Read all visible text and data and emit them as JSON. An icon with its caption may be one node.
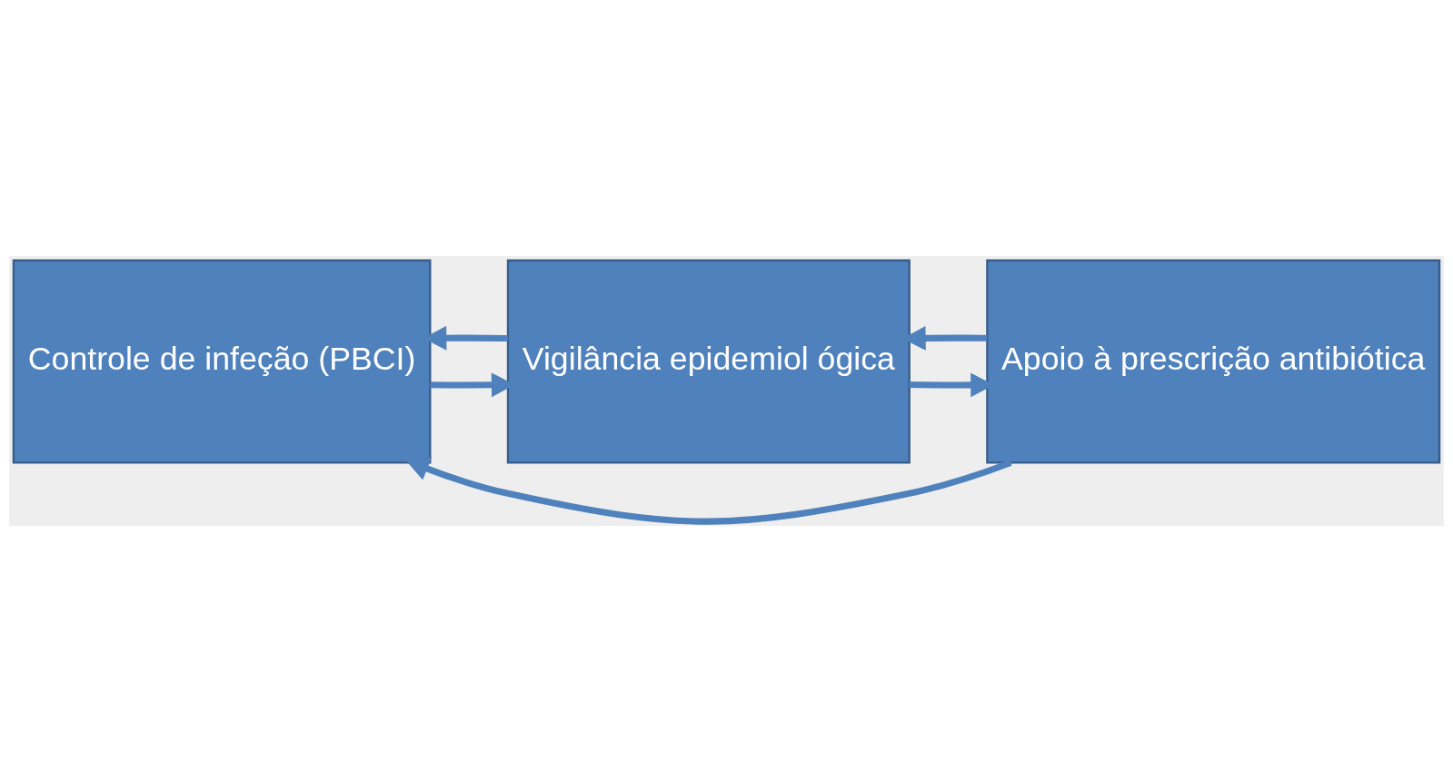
{
  "diagram": {
    "nodes": [
      {
        "text": [
          "Controle de infeção (PBCI)"
        ]
      },
      {
        "text": [
          "Vigilância epidemiol ógica"
        ]
      },
      {
        "text": [
          "Apoio à prescrição antibiótica"
        ]
      }
    ],
    "edges": [
      {
        "from": 0,
        "to": 1,
        "arrow": "to"
      },
      {
        "from": 1,
        "to": 2,
        "arrow": "to"
      },
      {
        "from": 1,
        "to": 0,
        "arrow": "to"
      },
      {
        "from": 2,
        "to": 1,
        "arrow": "to"
      },
      {
        "from": 2,
        "to": 0,
        "arrow": "to"
      }
    ]
  }
}
